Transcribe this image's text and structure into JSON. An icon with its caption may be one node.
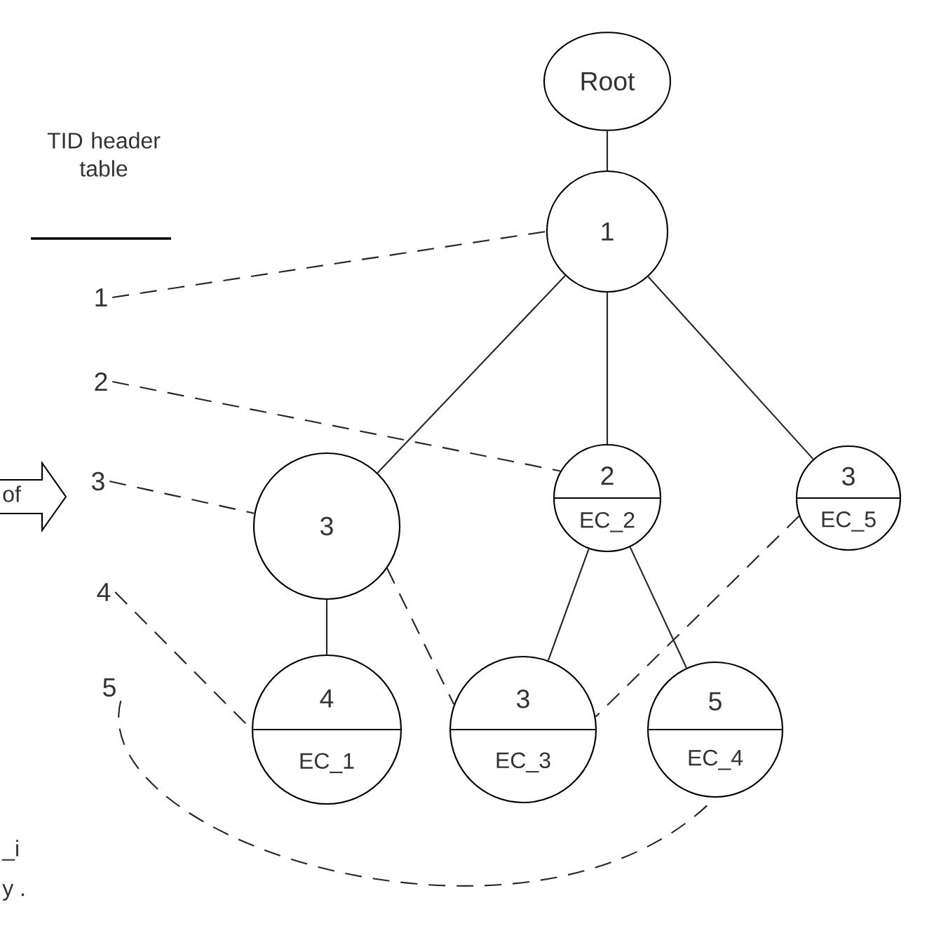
{
  "diagram": {
    "nodes": [
      {
        "text": [
          "Root"
        ]
      },
      {
        "text": [
          "1"
        ]
      },
      {
        "text": [
          "3"
        ]
      },
      {
        "text": [
          "2",
          "EC_2"
        ]
      },
      {
        "text": [
          "3",
          "EC_5"
        ]
      },
      {
        "text": [
          "4",
          "EC_1"
        ]
      },
      {
        "text": [
          "3",
          "EC_3"
        ]
      },
      {
        "text": [
          "5",
          "EC_4"
        ]
      },
      {
        "text": [
          "1"
        ]
      },
      {
        "text": [
          "2"
        ]
      },
      {
        "text": [
          "3"
        ]
      },
      {
        "text": [
          "4"
        ]
      },
      {
        "text": [
          "5"
        ]
      }
    ],
    "edges": [
      {
        "from": 0,
        "to": 1,
        "arrow": "none"
      },
      {
        "from": 1,
        "to": 2,
        "arrow": "none"
      },
      {
        "from": 1,
        "to": 3,
        "arrow": "none"
      },
      {
        "from": 1,
        "to": 4,
        "arrow": "none"
      },
      {
        "from": 2,
        "to": 5,
        "arrow": "none"
      },
      {
        "from": 3,
        "to": 6,
        "arrow": "none"
      },
      {
        "from": 3,
        "to": 7,
        "arrow": "none"
      },
      {
        "from": 8,
        "to": 1,
        "arrow": "none",
        "style": "dashed"
      },
      {
        "from": 9,
        "to": 3,
        "arrow": "none",
        "style": "dashed"
      },
      {
        "from": 10,
        "to": 2,
        "arrow": "none",
        "style": "dashed"
      },
      {
        "from": 11,
        "to": 5,
        "arrow": "none",
        "style": "dashed"
      },
      {
        "from": 12,
        "to": 7,
        "arrow": "none",
        "style": "dashed"
      },
      {
        "from": 2,
        "to": 6,
        "arrow": "none",
        "style": "dashed"
      },
      {
        "from": 4,
        "to": 6,
        "arrow": "none",
        "style": "dashed"
      }
    ],
    "labels": [
      "TID header table",
      "of",
      "_i",
      "y ."
    ]
  }
}
